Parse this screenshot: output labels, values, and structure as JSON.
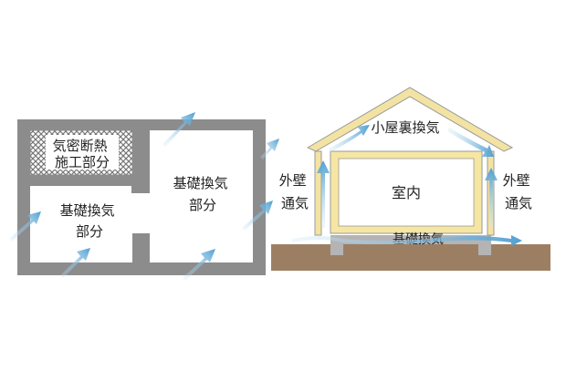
{
  "left_plan": {
    "hatched_room_label": [
      "気密断熱",
      "施工部分"
    ],
    "left_room_label": [
      "基礎換気",
      "部分"
    ],
    "right_room_label": [
      "基礎換気",
      "部分"
    ]
  },
  "right_section": {
    "attic_label": "小屋裏換気",
    "room_label": "室内",
    "wall_left_label": [
      "外壁",
      "通気"
    ],
    "wall_right_label": [
      "外壁",
      "通気"
    ],
    "foundation_label": "基礎換気"
  },
  "colors": {
    "wall_gray": "#8c8c8c",
    "air_arrow": "#5fa9d6",
    "insulation": "#f5e6a3",
    "ground": "#9c7f63"
  }
}
